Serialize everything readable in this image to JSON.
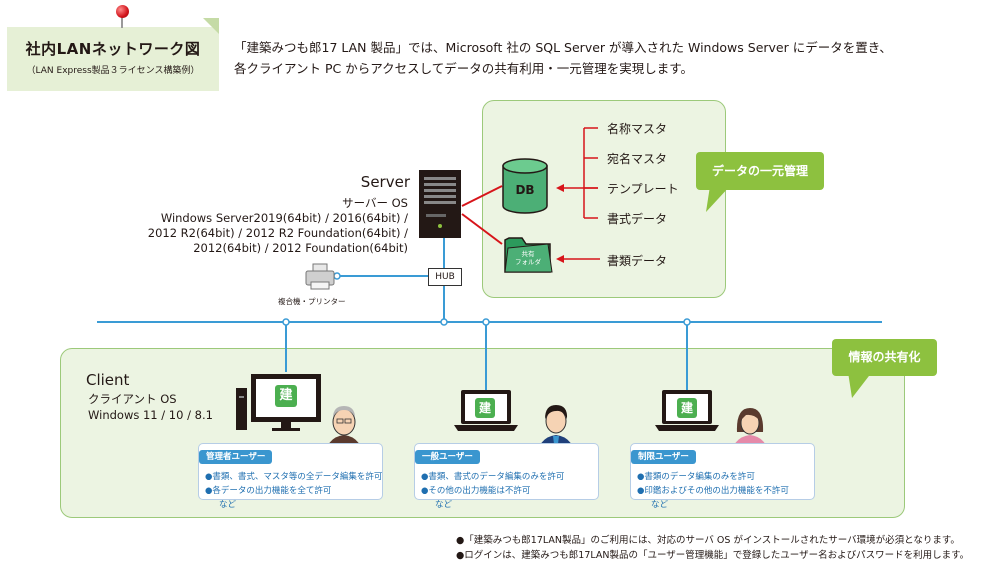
{
  "title": {
    "main": "社内LANネットワーク図",
    "sub": "（LAN Express製品３ライセンス構築例）"
  },
  "intro": {
    "line1": "「建築みつも郎17 LAN 製品」では、Microsoft 社の SQL Server が導入された Windows Server にデータを置き、",
    "line2": "各クライアント PC からアクセスしてデータの共有利用・一元管理を実現します。"
  },
  "server": {
    "title": "Server",
    "os_label": "サーバー OS",
    "os_lines": [
      "Windows Server2019(64bit) / 2016(64bit) /",
      "2012 R2(64bit) / 2012 R2 Foundation(64bit) /",
      "2012(64bit) / 2012 Foundation(64bit)"
    ]
  },
  "db": {
    "label": "DB",
    "items": [
      "名称マスタ",
      "宛名マスタ",
      "テンプレート",
      "書式データ"
    ]
  },
  "folder": {
    "label_line1": "共有",
    "label_line2": "フォルダ",
    "item": "書類データ"
  },
  "bubbles": {
    "mgmt": "データの一元管理",
    "share": "情報の共有化"
  },
  "hub": "HUB",
  "printer_label": "複合機・プリンター",
  "client": {
    "title": "Client",
    "os_label": "クライアント OS",
    "os_value": "Windows 11 / 10 / 8.1"
  },
  "app_icon_char": "建",
  "users": [
    {
      "title": "管理者ユーザー",
      "lines": [
        "●書類、書式、マスタ等の全データ編集を許可",
        "●各データの出力機能を全て許可",
        "など"
      ]
    },
    {
      "title": "一般ユーザー",
      "lines": [
        "●書類、書式のデータ編集のみを許可",
        "●その他の出力機能は不許可",
        "など"
      ]
    },
    {
      "title": "制限ユーザー",
      "lines": [
        "●書類のデータ編集のみを許可",
        "●印鑑およびその他の出力機能を不許可",
        "など"
      ]
    }
  ],
  "notes": [
    "●「建築みつも郎17LAN製品」のご利用には、対応のサーバ OS がインストールされたサーバ環境が必須となります。",
    "●ログインは、建築みつも郎17LAN製品の「ユーザー管理機能」で登録したユーザー名およびパスワードを利用します。"
  ],
  "colors": {
    "green_fill": "#ecf4e2",
    "green_border": "#9cc97a",
    "bubble_green": "#8dc13f",
    "network_blue": "#3a9bd5",
    "arrow_red": "#d7141a",
    "card_blue": "#3a96cf"
  }
}
